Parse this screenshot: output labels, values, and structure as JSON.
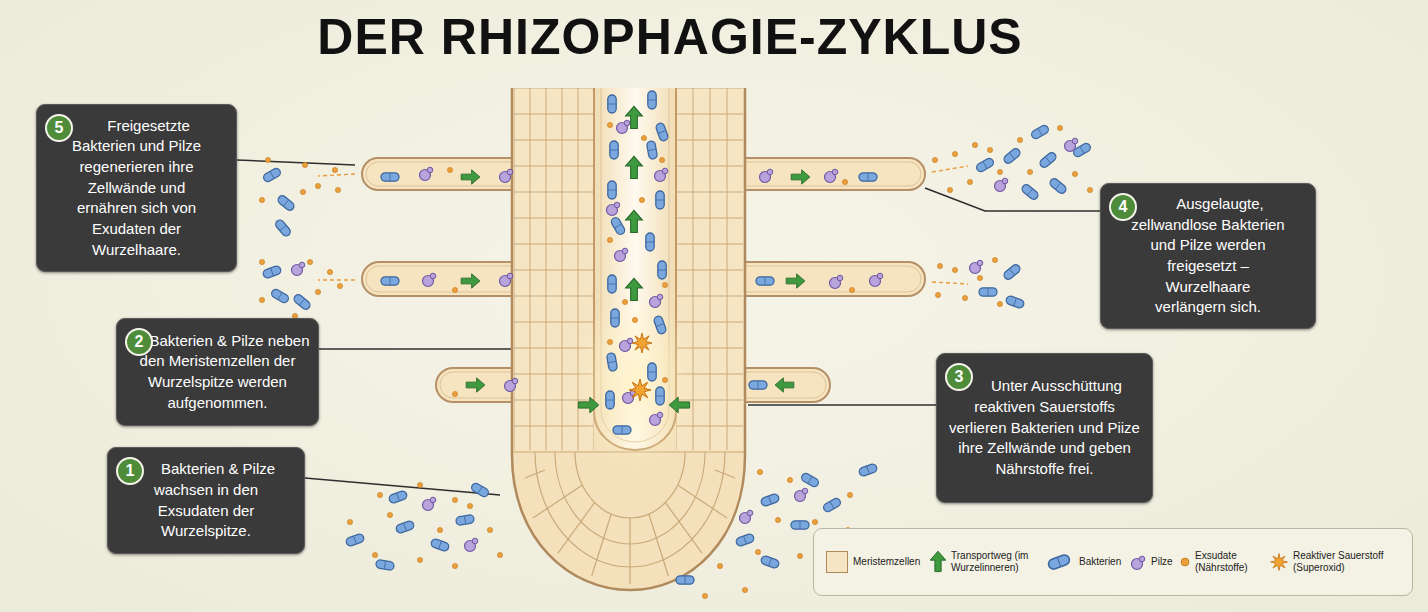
{
  "diagram": {
    "title": "DER RHIZOPHAGIE-ZYKLUS",
    "nodes": [
      {
        "text": [
          "Freigesetzte Bakterien und Pilze regenerieren ihre Zellwände und ernähren sich von Exudaten der Wurzelhaare."
        ]
      },
      {
        "text": [
          "5"
        ],
        "in": 0
      },
      {
        "text": [
          "Ausgelaugte, zellwandlose Bakterien und Pilze werden freigesetzt – Wurzelhaare verlängern sich."
        ]
      },
      {
        "text": [
          "4"
        ],
        "in": 2
      },
      {
        "text": [
          "Bakterien & Pilze neben den Meristemzellen der Wurzelspitze werden aufgenommen."
        ]
      },
      {
        "text": [
          "2"
        ],
        "in": 4
      },
      {
        "text": [
          "Unter Ausschüttung reaktiven Sauerstoffs verlieren Bakterien und Piize ihre Zellwände und geben Nährstoffe frei."
        ]
      },
      {
        "text": [
          "3"
        ],
        "in": 6
      },
      {
        "text": [
          "Bakterien & Pilze wachsen in den Exsudaten der Wurzelspitze."
        ]
      },
      {
        "text": [
          "1"
        ],
        "in": 8
      }
    ],
    "legend": [
      {
        "text": "Meristemzellen",
        "color": "#f6e5c3"
      },
      {
        "text": "Transportweg (im Wurzelinneren)"
      },
      {
        "text": "Bakterien"
      },
      {
        "text": "Pilze"
      },
      {
        "text": "Exsudate (Nährstoffe)"
      },
      {
        "text": "Reaktiver Sauerstoff (Superoxid)"
      }
    ]
  }
}
